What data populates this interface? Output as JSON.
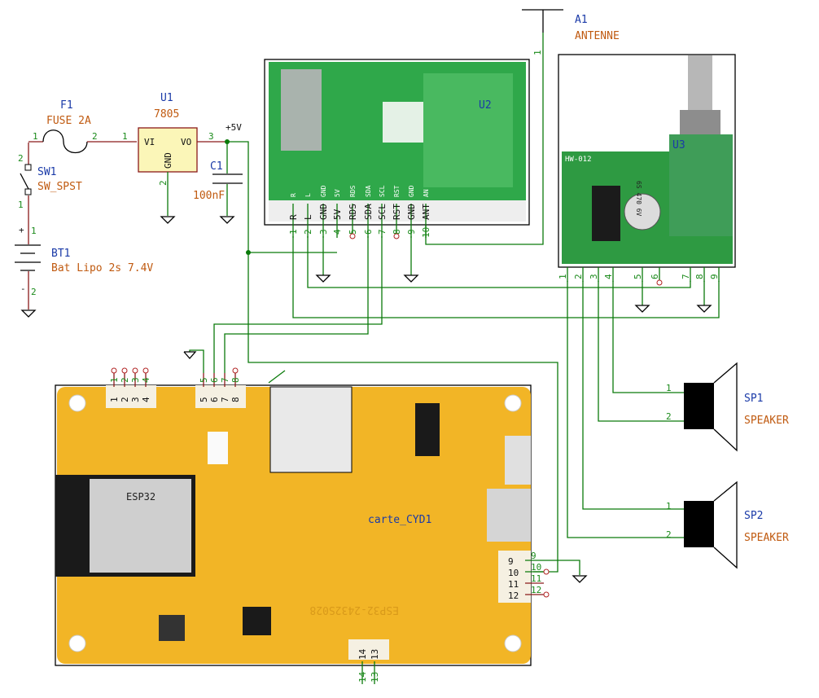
{
  "colors": {
    "wire": "#0a7a0a",
    "reference": "#1a3aa8",
    "value": "#c05a10",
    "pin_number": "#1a8a1a",
    "pcb_green": "#2fa84a",
    "pcb_yellow": "#f2b526",
    "regulator_fill": "#fbf6b8"
  },
  "components": {
    "antenna": {
      "ref": "A1",
      "value": "ANTENNE",
      "pin": "1"
    },
    "fuse": {
      "ref": "F1",
      "value": "FUSE 2A",
      "pins": [
        "1",
        "2"
      ]
    },
    "switch": {
      "ref": "SW1",
      "value": "SW_SPST",
      "pins": [
        "2",
        "1"
      ]
    },
    "battery": {
      "ref": "BT1",
      "value": "Bat Lipo 2s 7.4V",
      "pins": [
        "1",
        "2"
      ],
      "plus": "+",
      "minus": "-"
    },
    "regulator": {
      "ref": "U1",
      "value": "7805",
      "pin_vi": "VI",
      "pin_vo": "VO",
      "pin_gnd": "GND",
      "pins": [
        "1",
        "2",
        "3"
      ]
    },
    "capacitor": {
      "ref": "C1",
      "value": "100nF"
    },
    "power_label": "+5V",
    "radio": {
      "ref": "U2",
      "silk": [
        "R",
        "L",
        "GND",
        "5V",
        "RDS",
        "SDA",
        "SCL",
        "RST",
        "GND",
        "AN"
      ],
      "pin_labels": [
        "R",
        "L",
        "GND",
        "5V",
        "RDS",
        "SDA",
        "SCL",
        "RST",
        "GND",
        "ANT"
      ],
      "pins": [
        "1",
        "2",
        "3",
        "4",
        "5",
        "6",
        "7",
        "8",
        "9",
        "10"
      ]
    },
    "amplifier": {
      "ref": "U3",
      "board": "HW-012",
      "cap_text": "6S 470 6V",
      "pins": [
        "1",
        "2",
        "3",
        "4",
        "5",
        "6",
        "7",
        "8",
        "9"
      ]
    },
    "speaker1": {
      "ref": "SP1",
      "value": "SPEAKER",
      "pins": [
        "1",
        "2"
      ]
    },
    "speaker2": {
      "ref": "SP2",
      "value": "SPEAKER",
      "pins": [
        "1",
        "2"
      ]
    },
    "cyd": {
      "ref": "carte_CYD1",
      "module": "ESP32",
      "board_text": "ESP32-2432S028",
      "conn1_pins": [
        "1",
        "2",
        "3",
        "4"
      ],
      "conn2_pins": [
        "5",
        "6",
        "7",
        "8"
      ],
      "conn3_pins": [
        "9",
        "10",
        "11",
        "12"
      ],
      "conn4_pins": [
        "14",
        "13"
      ]
    }
  }
}
